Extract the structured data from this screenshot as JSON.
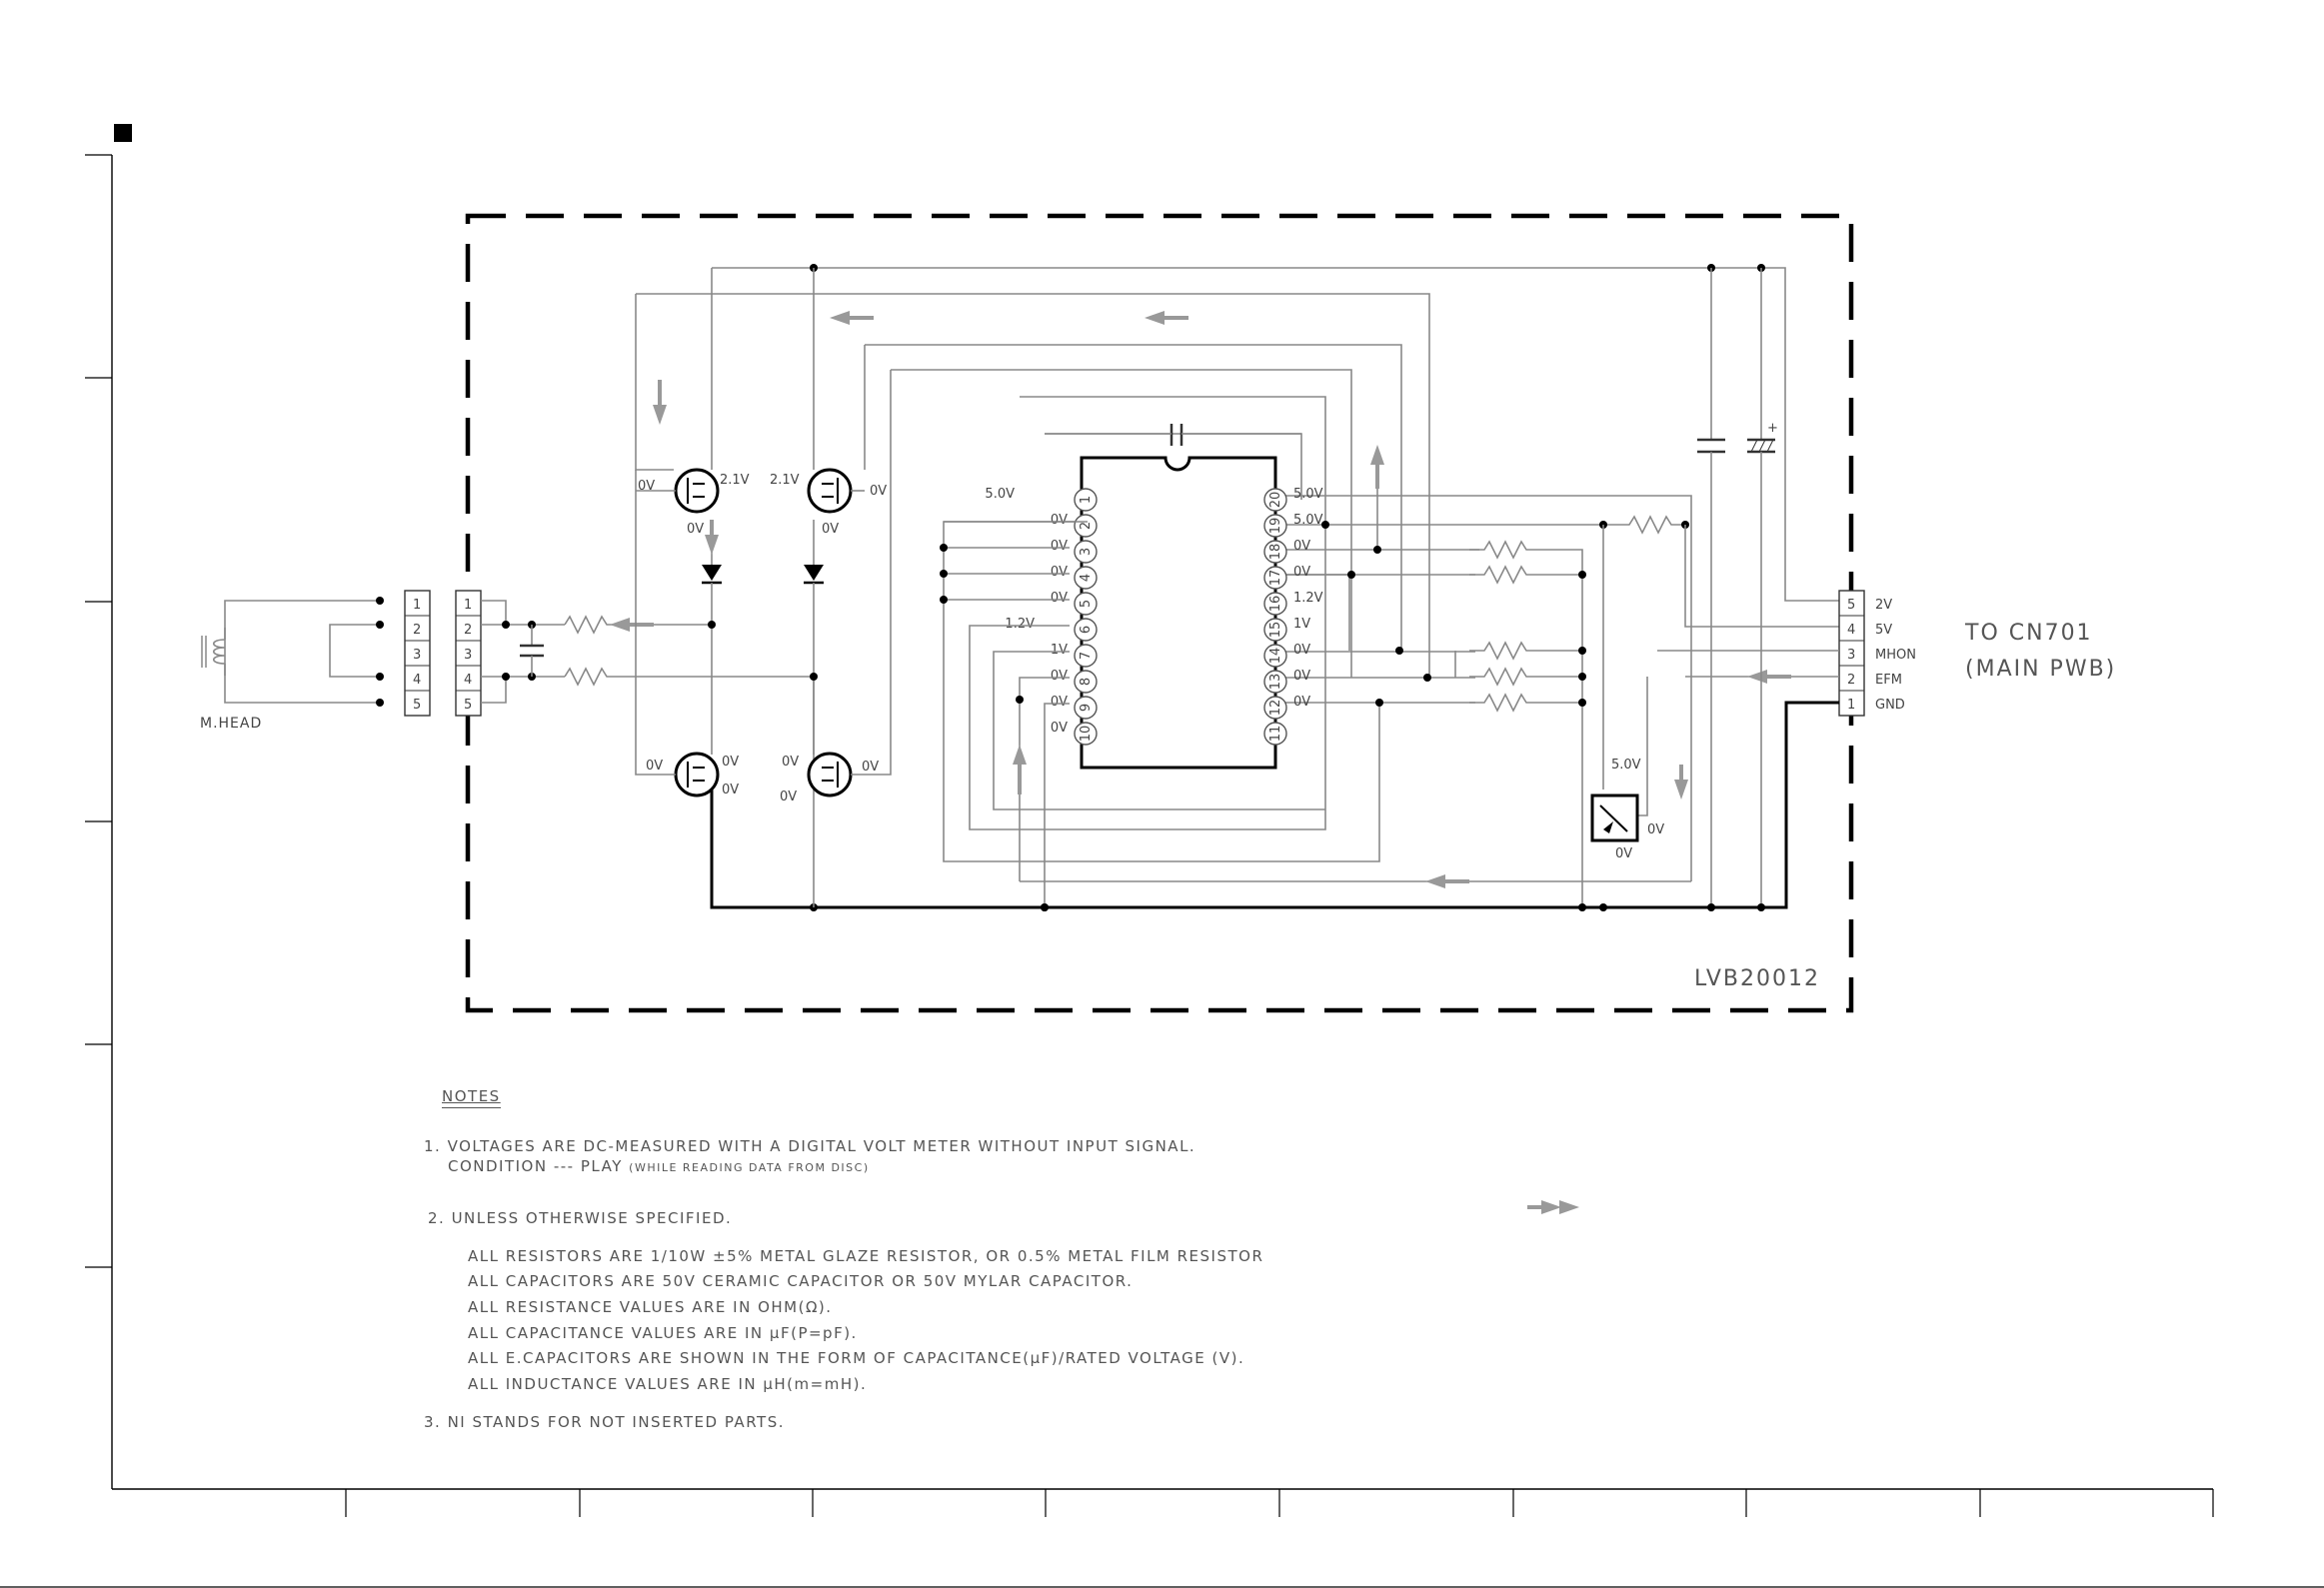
{
  "diagram": {
    "board_id": "LVB20012",
    "destination": {
      "line1": "TO CN701",
      "line2": "(MAIN PWB)"
    },
    "head_label": "M.HEAD",
    "connector_left_pins": [
      "1",
      "2",
      "3",
      "4",
      "5"
    ],
    "connector_mid_pins": [
      "1",
      "2",
      "3",
      "4",
      "5"
    ],
    "connector_right": [
      {
        "pin": "5",
        "signal": "2V"
      },
      {
        "pin": "4",
        "signal": "5V"
      },
      {
        "pin": "3",
        "signal": "MHON"
      },
      {
        "pin": "2",
        "signal": "EFM"
      },
      {
        "pin": "1",
        "signal": "GND"
      }
    ],
    "ic_left_pins": [
      {
        "pin": "1",
        "v": "5.0V"
      },
      {
        "pin": "2",
        "v": "0V"
      },
      {
        "pin": "3",
        "v": "0V"
      },
      {
        "pin": "4",
        "v": "0V"
      },
      {
        "pin": "5",
        "v": "0V"
      },
      {
        "pin": "6",
        "v": "1.2V"
      },
      {
        "pin": "7",
        "v": "1V"
      },
      {
        "pin": "8",
        "v": "0V"
      },
      {
        "pin": "9",
        "v": "0V"
      },
      {
        "pin": "10",
        "v": "0V"
      }
    ],
    "ic_right_pins": [
      {
        "pin": "20",
        "v": "5.0V"
      },
      {
        "pin": "19",
        "v": "5.0V"
      },
      {
        "pin": "18",
        "v": "0V"
      },
      {
        "pin": "17",
        "v": "0V"
      },
      {
        "pin": "16",
        "v": "1.2V"
      },
      {
        "pin": "15",
        "v": "1V"
      },
      {
        "pin": "14",
        "v": "0V"
      },
      {
        "pin": "13",
        "v": "0V"
      },
      {
        "pin": "12",
        "v": "0V"
      },
      {
        "pin": "11",
        "v": ""
      }
    ],
    "transistor_labels": {
      "q1_left": "0V",
      "q1_right": "2.1V",
      "q1_bottom": "0V",
      "q2_left": "2.1V",
      "q2_right": "0V",
      "q2_bottom": "0V",
      "q3_left": "0V",
      "q3_right": "0V",
      "q3_bottom": "0V",
      "q4_left": "0V",
      "q4_right": "0V",
      "q4_bottom": "0V",
      "q5_top": "5.0V",
      "q5_right": "0V",
      "q5_bottom": "0V"
    }
  },
  "notes": {
    "heading": "NOTES",
    "n1_line1": "1. VOLTAGES ARE DC-MEASURED WITH A DIGITAL VOLT METER WITHOUT INPUT SIGNAL.",
    "n1_line2_main": "CONDITION --- PLAY",
    "n1_line2_small": "(WHILE READING DATA FROM DISC)",
    "n2": "2. UNLESS OTHERWISE SPECIFIED.",
    "n2_items": [
      "ALL RESISTORS ARE 1/10W ±5% METAL GLAZE RESISTOR, OR 0.5% METAL FILM RESISTOR",
      "ALL CAPACITORS ARE 50V CERAMIC CAPACITOR OR 50V MYLAR CAPACITOR.",
      "ALL RESISTANCE VALUES ARE IN OHM(Ω).",
      "ALL CAPACITANCE VALUES ARE IN μF(P=pF).",
      "ALL E.CAPACITORS ARE SHOWN IN THE FORM OF CAPACITANCE(μF)/RATED VOLTAGE (V).",
      "ALL INDUCTANCE VALUES ARE IN μH(m=mH)."
    ],
    "n3": "3. NI STANDS FOR NOT INSERTED PARTS."
  }
}
